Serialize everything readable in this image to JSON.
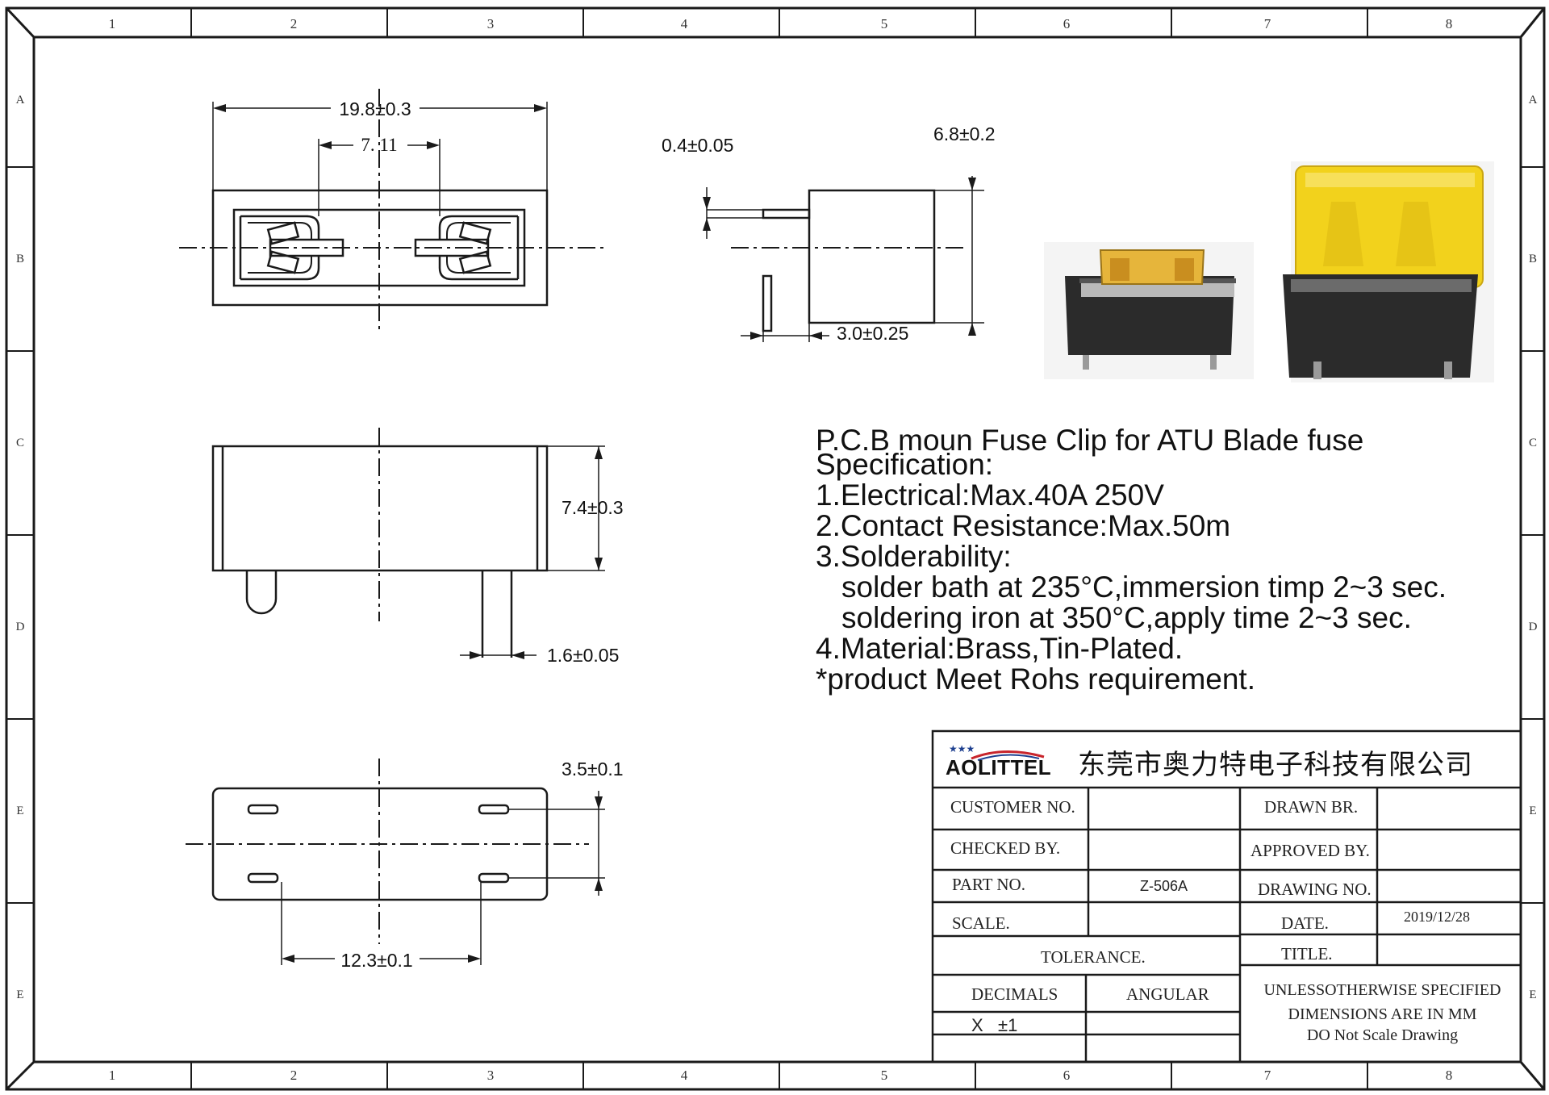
{
  "frame": {
    "col_numbers": [
      "1",
      "2",
      "3",
      "4",
      "5",
      "6",
      "7",
      "8"
    ],
    "row_letters_left": [
      "A",
      "B",
      "C",
      "D",
      "E",
      "E"
    ],
    "row_letters_right": [
      "A",
      "B",
      "C",
      "D",
      "E",
      "E"
    ]
  },
  "dimensions": {
    "top_width": "19.8±0.3",
    "top_inner": "7. 11",
    "side_pin": "0.4±0.05",
    "side_height": "6.8±0.2",
    "side_pin_offset": "3.0±0.25",
    "front_height": "7.4±0.3",
    "front_pin": "1.6±0.05",
    "bottom_height": "3.5±0.1",
    "bottom_pitch": "12.3±0.1"
  },
  "spec": {
    "title": "P.C.B moun Fuse Clip for ATU Blade fuse",
    "heading": "Specification:",
    "line1": "1.Electrical:Max.40A 250V",
    "line2": "2.Contact Resistance:Max.50m",
    "line3": "3.Solderability:",
    "line3a": "solder bath at 235°C,immersion timp 2~3 sec.",
    "line3b": "soldering iron at 350°C,apply time 2~3 sec.",
    "line4": "4.Material:Brass,Tin-Plated.",
    "line5": "*product Meet Rohs requirement."
  },
  "title_block": {
    "logo": "AOLITTEL",
    "company": "东莞市奥力特电子科技有限公司",
    "customer_no_label": "CUSTOMER NO.",
    "customer_no_value": "",
    "drawn_by_label": "DRAWN BR.",
    "drawn_by_value": "",
    "checked_by_label": "CHECKED BY.",
    "approved_by_label": "APPROVED BY.",
    "part_no_label": "PART NO.",
    "part_no_value": "Z-506A",
    "drawing_no_label": "DRAWING NO.",
    "scale_label": "SCALE.",
    "date_label": "DATE.",
    "date_value": "2019/12/28",
    "tolerance_label": "TOLERANCE.",
    "title_label": "TITLE.",
    "decimals_label": "DECIMALS",
    "angular_label": "ANGULAR",
    "decimals_value": "X   ±1",
    "note1": "UNLESSOTHERWISE SPECIFIED",
    "note2": "DIMENSIONS ARE IN MM",
    "note3": "DO Not Scale Drawing"
  },
  "colors": {
    "line": "#1a1a1a",
    "fuse_yellow": "#f2d21c",
    "holder_black": "#2b2b2b",
    "logo_red": "#c8252c",
    "logo_blue": "#1d3f8f"
  }
}
